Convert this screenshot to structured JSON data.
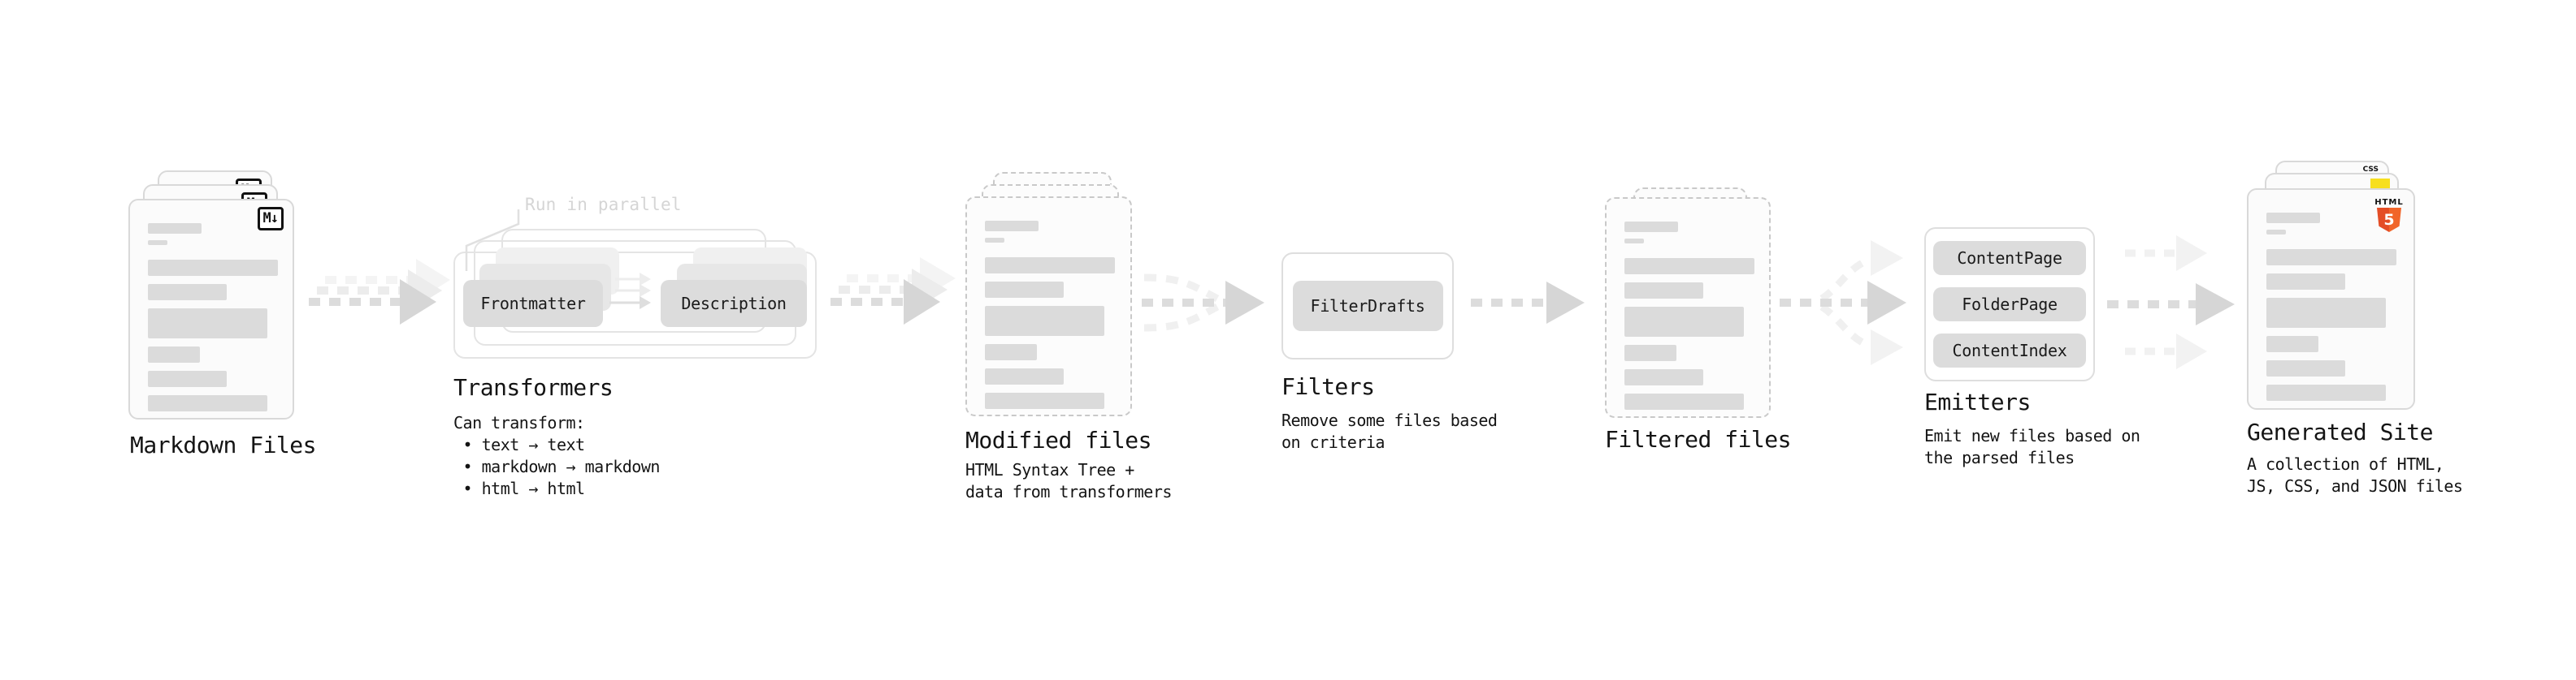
{
  "colors": {
    "card_bg": "#fbfbfb",
    "card_border": "#d9d9d9",
    "dashed_border": "#c9c9c9",
    "content_bar": "#dbdbdb",
    "pill_bg": "#dcdcdc",
    "arrow_main": "#d6d6d6",
    "arrow_ghost": "#f0f0f0",
    "note_gray": "#d5d5d5",
    "text": "#141414",
    "html5_orange": "#e44d26",
    "js_yellow": "#f7df1e",
    "css_blue": "#2f6bf0"
  },
  "nodes": {
    "markdown_files": {
      "title": "Markdown Files",
      "badge": "M↓"
    },
    "transformers": {
      "note": "Run in parallel",
      "box1": "Frontmatter",
      "box2": "Description",
      "title": "Transformers",
      "body": "Can transform:\n • text → text\n • markdown → markdown\n • html → html"
    },
    "modified_files": {
      "title": "Modified files",
      "subtitle": "HTML Syntax Tree +\ndata from transformers"
    },
    "filters": {
      "box1": "FilterDrafts",
      "title": "Filters",
      "subtitle": "Remove some files based\non criteria"
    },
    "filtered_files": {
      "title": "Filtered files"
    },
    "emitters": {
      "box1": "ContentPage",
      "box2": "FolderPage",
      "box3": "ContentIndex",
      "title": "Emitters",
      "subtitle": "Emit new files based on\nthe parsed files"
    },
    "generated_site": {
      "title": "Generated Site",
      "subtitle": "A collection of HTML,\nJS, CSS, and JSON files",
      "badge_html_label": "HTML",
      "badge_html_number": "5",
      "badge_css": "CSS"
    }
  }
}
